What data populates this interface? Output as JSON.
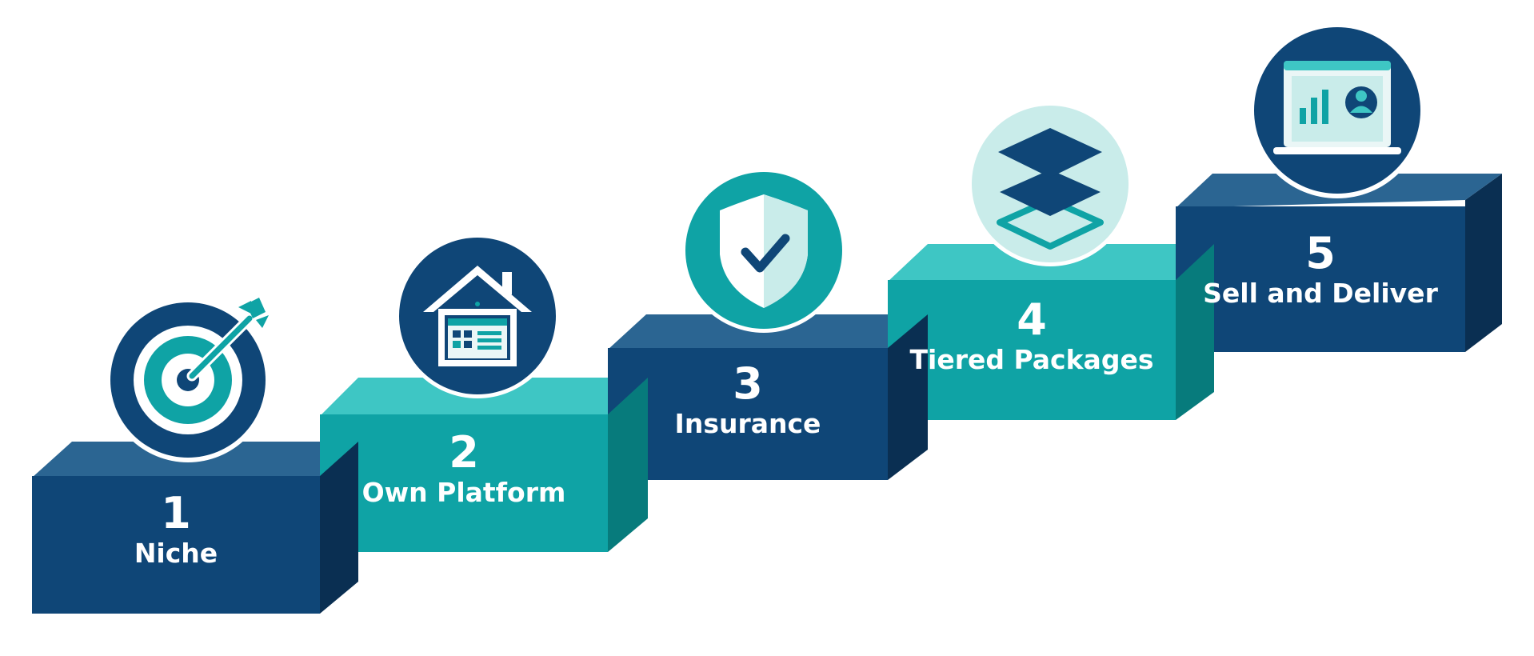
{
  "steps": [
    {
      "number": "1",
      "label": "Niche",
      "icon": "target-icon",
      "color": "navy"
    },
    {
      "number": "2",
      "label": "Own Platform",
      "icon": "house-platform-icon",
      "color": "teal"
    },
    {
      "number": "3",
      "label": "Insurance",
      "icon": "shield-check-icon",
      "color": "navy"
    },
    {
      "number": "4",
      "label": "Tiered Packages",
      "icon": "layers-icon",
      "color": "teal"
    },
    {
      "number": "5",
      "label": "Sell and Deliver",
      "icon": "laptop-analytics-icon",
      "color": "navy"
    }
  ],
  "colors": {
    "navy_front": "#0f4677",
    "navy_top": "#2b6592",
    "navy_side": "#0a2f52",
    "teal_front": "#0fa3a5",
    "teal_top": "#3ec6c4",
    "teal_side": "#077b7c",
    "icon_light": "#c9ecea",
    "text": "#ffffff"
  }
}
